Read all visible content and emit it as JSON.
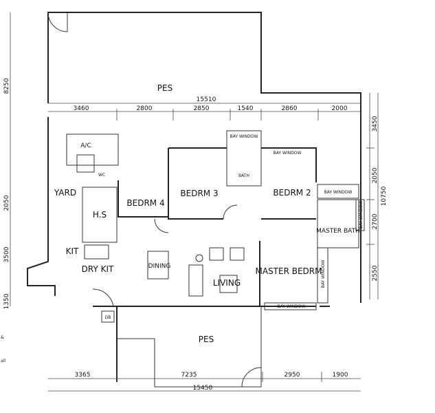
{
  "rooms": {
    "pes_top": "PES",
    "pes_bottom": "PES",
    "ac": "A/C",
    "wc": "WC",
    "yard": "YARD",
    "hs": "H.S",
    "bedrm4": "BEDRM 4",
    "bedrm3": "BEDRM 3",
    "bath": "BATH",
    "bedrm2": "BEDRM 2",
    "master_bath": "MASTER BATH",
    "kit": "KIT",
    "dry_kit": "DRY KIT",
    "dining": "DINING",
    "living": "LIVING",
    "master_bedrm": "MASTER BEDRM",
    "db": "DB",
    "bay_window": "BAY WINDOW"
  },
  "dimensions": {
    "top_total": "15510",
    "top_segments": [
      "3460",
      "2800",
      "2850",
      "1540",
      "2860",
      "2000"
    ],
    "bottom_segments": [
      "3365",
      "7235",
      "2950",
      "1900"
    ],
    "bottom_total": "15450",
    "left": [
      "8250",
      "2050",
      "3500",
      "1350"
    ],
    "right_segments": [
      "3450",
      "2050",
      "2700",
      "2550"
    ],
    "right_total": "10750"
  },
  "margin_notes": [
    "&",
    "all"
  ]
}
